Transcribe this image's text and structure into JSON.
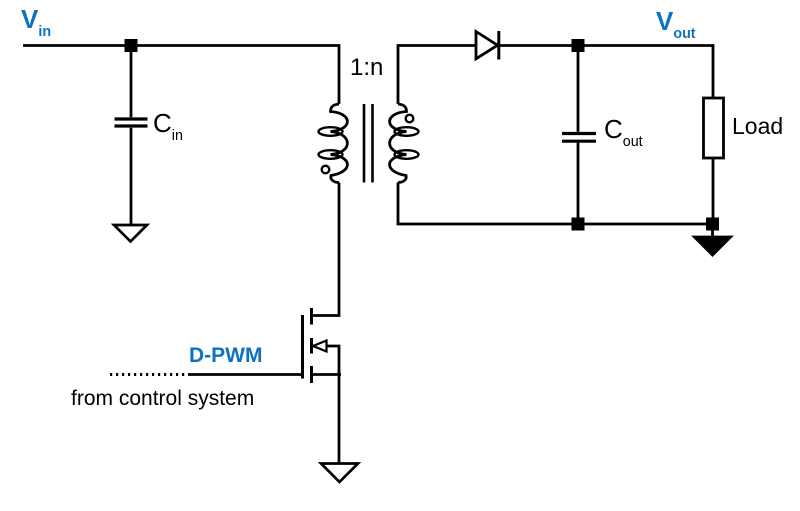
{
  "diagram": {
    "title": "Flyback converter circuit schematic",
    "colors": {
      "accent": "#0c73c4",
      "wire": "#000000",
      "background": "#ffffff"
    },
    "labels": {
      "input_voltage": {
        "main": "V",
        "sub": "in"
      },
      "input_capacitor": {
        "main": "C",
        "sub": "in"
      },
      "turns_ratio": "1:n",
      "output_voltage": {
        "main": "V",
        "sub": "out"
      },
      "output_capacitor": {
        "main": "C",
        "sub": "out"
      },
      "load": "Load",
      "pwm_signal": "D-PWM",
      "control_note": "from control system"
    },
    "components": [
      "input-capacitor",
      "transformer-1-to-n",
      "rectifier-diode",
      "output-capacitor",
      "load-resistor",
      "nmos-switch",
      "ground-open-x2",
      "ground-filled-x1"
    ]
  }
}
